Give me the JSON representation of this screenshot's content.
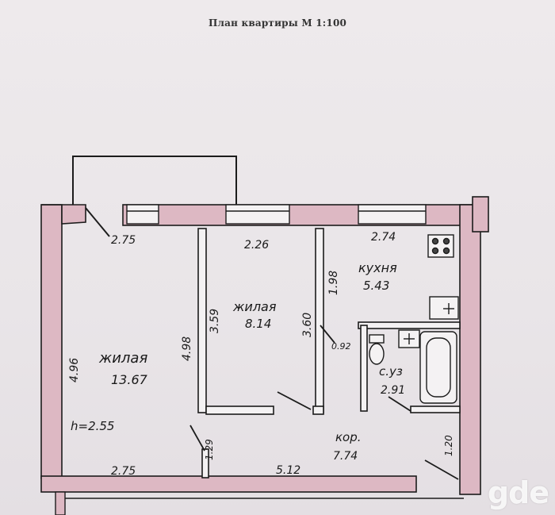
{
  "title": "План квартиры М 1:100",
  "rooms": {
    "living_big": {
      "name": "жилая",
      "area": "13.67"
    },
    "living_small": {
      "name": "жилая",
      "area": "8.14"
    },
    "kitchen": {
      "name": "кухня",
      "area": "5.43"
    },
    "bathroom": {
      "name": "с.уз",
      "area": "2.91"
    },
    "corridor": {
      "name": "кор.",
      "area": "7.74"
    }
  },
  "dimensions": {
    "d_275_top": "2.75",
    "d_226": "2.26",
    "d_274": "2.74",
    "d_496": "4.96",
    "d_498": "4.98",
    "d_359": "3.59",
    "d_360": "3.60",
    "d_198": "1.98",
    "d_092": "0.92",
    "d_129": "1.29",
    "d_275_bottom": "2.75",
    "d_512": "5.12",
    "d_120": "1.20"
  },
  "ceiling_height": "h=2.55",
  "watermark": "gde",
  "colors": {
    "wall_fill": "#ddb8c3",
    "line": "#1c1c1c",
    "paper": "#ece8ea"
  }
}
